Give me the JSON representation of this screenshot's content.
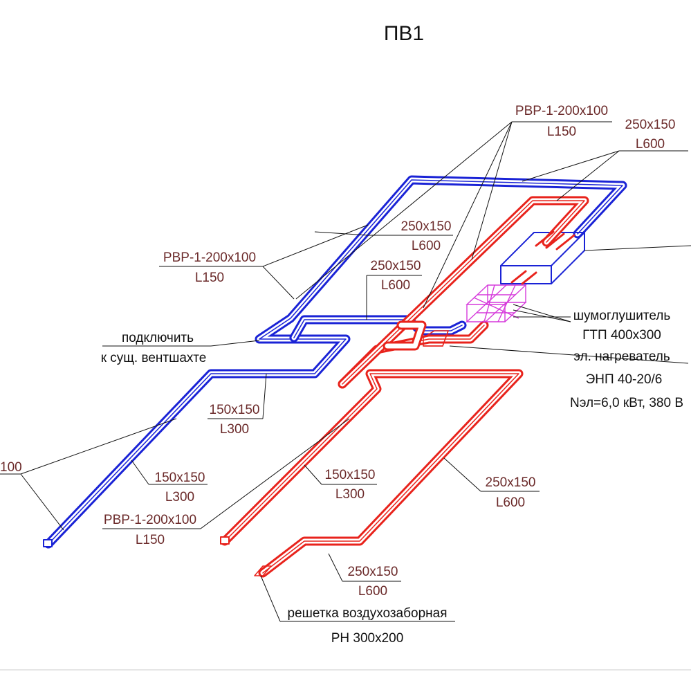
{
  "title": "ПВ1",
  "colors": {
    "supply": "#e8231c",
    "exhaust": "#1a23d6",
    "silencer": "#d63adb",
    "leader": "#111111",
    "size_text": "#6b2a2a"
  },
  "labels": {
    "rvr_top_1": "РВР-1-200х100",
    "rvr_top_2": "L150",
    "size_top_1": "250х150",
    "size_top_2": "L600",
    "rvr_left_1": "РВР-1-200х100",
    "rvr_left_2": "L150",
    "size_mid1_1": "250х150",
    "size_mid1_2": "L600",
    "size_mid2_1": "250х150",
    "size_mid2_2": "L600",
    "connect_1": "подключить",
    "connect_2": "к сущ. вентшахте",
    "silencer_1": "шумоглушитель",
    "silencer_2": "ГТП 400х300",
    "heater_1": "эл. нагреватель",
    "heater_2": "ЭНП 40-20/6",
    "heater_3": "Nэл=6,0 кВт, 380 В",
    "cut_left": "100",
    "s150_a_1": "150х150",
    "s150_a_2": "L300",
    "s150_b_1": "150х150",
    "s150_b_2": "L300",
    "s150_c_1": "150х150",
    "s150_c_2": "L300",
    "size_right_1": "250х150",
    "size_right_2": "L600",
    "rvr_bottom_1": "РВР-1-200х100",
    "rvr_bottom_2": "L150",
    "size_bottom_1": "250х150",
    "size_bottom_2": "L600",
    "grille_1": "решетка воздухозаборная",
    "grille_2": "РН 300х200"
  }
}
